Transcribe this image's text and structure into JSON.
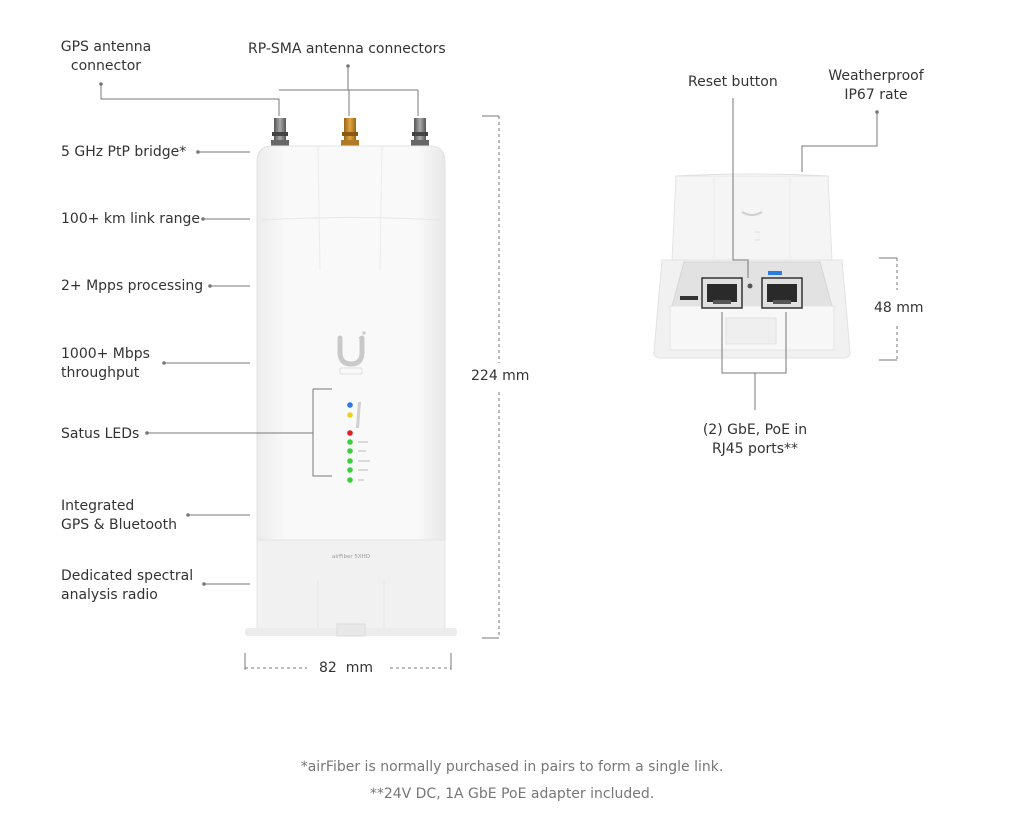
{
  "labels": {
    "gps_antenna": "GPS antenna\nconnector",
    "rp_sma": "RP-SMA antenna connectors",
    "ptp_bridge": "5 GHz PtP bridge*",
    "link_range": "100+ km link range",
    "mpps": "2+ Mpps processing",
    "throughput": "1000+ Mbps\nthroughput",
    "leds": "Satus LEDs",
    "gps_bt": "Integrated\nGPS & Bluetooth",
    "spectral": "Dedicated spectral\nanalysis radio",
    "reset": "Reset button",
    "weatherproof": "Weatherproof\nIP67 rate",
    "ports": "(2) GbE, PoE in\nRJ45 ports**"
  },
  "dimensions": {
    "height": "224 mm",
    "width": "82  mm",
    "depth": "48 mm"
  },
  "device": {
    "model_text": "airFiber 5XHD",
    "logo_text": "U"
  },
  "footnotes": {
    "line1": "*airFiber is normally purchased in pairs to form a single link.",
    "line2": "**24V DC, 1A GbE PoE adapter included."
  },
  "colors": {
    "line": "#777777",
    "device_body": "#f4f4f4",
    "connector_gold": "#c8892a",
    "connector_silver": "#8a8a8a",
    "led_blue": "#2b7be0",
    "led_yellow": "#e8d21e",
    "led_red": "#e02020",
    "led_green": "#3ccf3c"
  }
}
